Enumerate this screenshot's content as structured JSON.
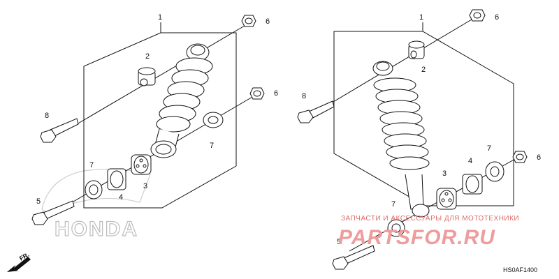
{
  "brand_watermark": "HONDA",
  "orientation_label": "FR.",
  "diagram_code": "HS0AF1400",
  "site_watermark": {
    "tagline": "ЗАПЧАСТИ И АКСЕССУАРЫ ДЛЯ МОТОТЕХНИКИ",
    "name": "PARTSFOR.RU"
  },
  "callouts": {
    "left": {
      "c1": "1",
      "c2": "2",
      "c6a": "6",
      "c6b": "6",
      "c8": "8",
      "c7a": "7",
      "c7b": "7",
      "c3": "3",
      "c4": "4",
      "c5": "5"
    },
    "right": {
      "c1": "1",
      "c6a": "6",
      "c2": "2",
      "c8": "8",
      "c6b": "6",
      "c7a": "7",
      "c4": "4",
      "c3": "3",
      "c7b": "7",
      "c5": "5"
    }
  },
  "colors": {
    "line": "#111111",
    "watermark": "#ef9c9c",
    "honda_outline": "#bcbcbc"
  }
}
